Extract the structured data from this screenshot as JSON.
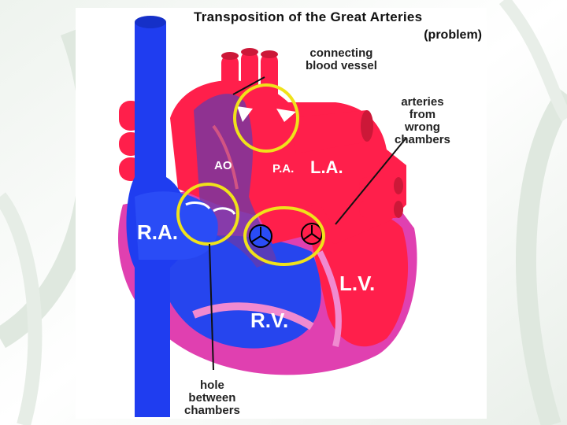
{
  "diagram": {
    "title": "Transposition of the Great Arteries",
    "subtitle": "(problem)",
    "annotations": {
      "connecting_vessel": "connecting\nblood vessel",
      "wrong_arteries": "arteries\nfrom\nwrong\nchambers",
      "hole": "hole\nbetween\nchambers"
    },
    "chambers": {
      "aorta": "AO",
      "pulmonary_artery": "P.A.",
      "left_atrium": "L.A.",
      "right_atrium": "R.A.",
      "left_ventricle": "L.V.",
      "right_ventricle": "R.V."
    },
    "colors": {
      "deoxygenated": "#1f3df0",
      "oxygenated": "#ff1f4b",
      "muscle": "#e040b0",
      "highlight_circle": "#f0e21a"
    }
  }
}
